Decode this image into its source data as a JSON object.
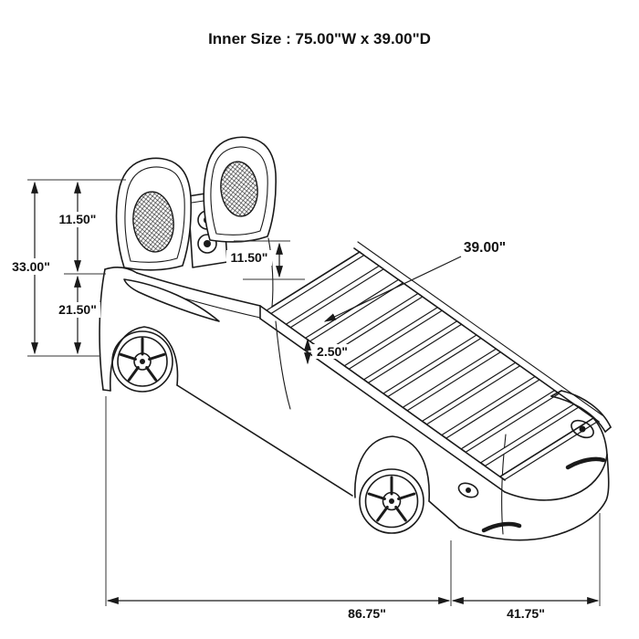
{
  "title": "Inner Size : 75.00\"W x 39.00\"D",
  "colors": {
    "line": "#1a1a1a",
    "background": "#ffffff"
  },
  "dimensions": {
    "height_total": "33.00\"",
    "height_upper": "11.50\"",
    "height_lower": "21.50\"",
    "headboard_inner_height": "11.50\"",
    "slat_length": "39.00\"",
    "slat_gap": "2.50\"",
    "length_main": "86.75\"",
    "length_rear": "41.75\""
  }
}
